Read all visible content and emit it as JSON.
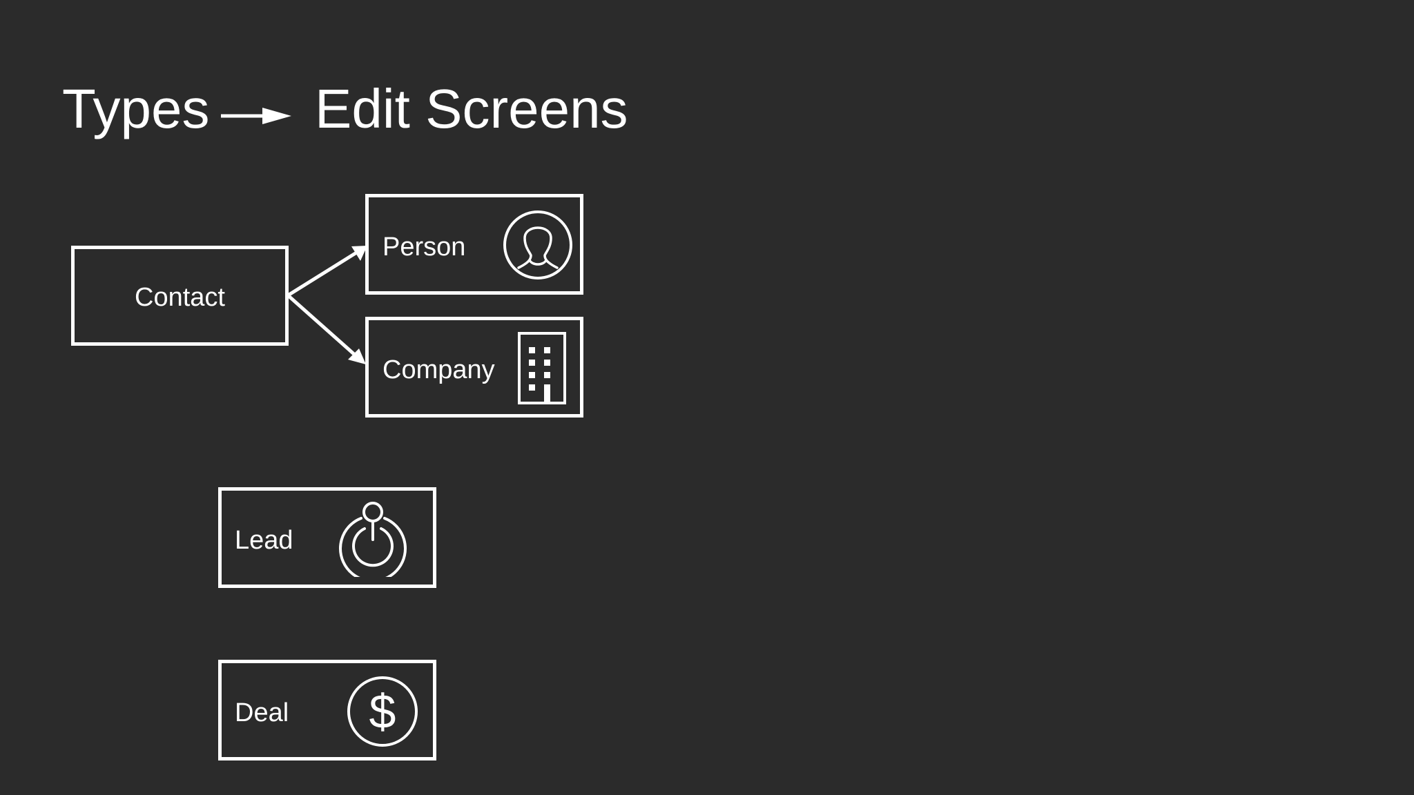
{
  "title": {
    "left": "Types",
    "right": "Edit Screens"
  },
  "boxes": {
    "contact": {
      "label": "Contact"
    },
    "person": {
      "label": "Person",
      "icon": "person-icon"
    },
    "company": {
      "label": "Company",
      "icon": "building-icon"
    },
    "lead": {
      "label": "Lead",
      "icon": "target-icon"
    },
    "deal": {
      "label": "Deal",
      "icon": "dollar-icon"
    }
  },
  "colors": {
    "background": "#2b2b2b",
    "foreground": "#ffffff"
  }
}
